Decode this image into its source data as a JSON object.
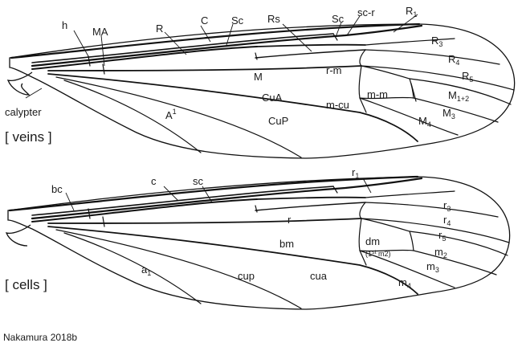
{
  "top_wing": {
    "section_label": "[ veins ]",
    "labels": {
      "h": "h",
      "MA": "MA",
      "R": "R",
      "C": "C",
      "Sc": "Sc",
      "Rs": "Rs",
      "Sc2": "Sc",
      "sc_r": "sc-r",
      "R1": {
        "base": "R",
        "sub": "1"
      },
      "R3": {
        "base": "R",
        "sub": "3"
      },
      "R4": {
        "base": "R",
        "sub": "4"
      },
      "R5": {
        "base": "R",
        "sub": "5"
      },
      "r_m": "r-m",
      "M": "M",
      "m_m": "m-m",
      "M12": {
        "base": "M",
        "sub": "1+2"
      },
      "M3": {
        "base": "M",
        "sub": "3"
      },
      "M4": {
        "base": "M",
        "sub": "4"
      },
      "m_cu": "m-cu",
      "CuA": "CuA",
      "CuP": "CuP",
      "A1": {
        "base": "A",
        "sup": "1"
      },
      "calypter": "calypter"
    }
  },
  "bottom_wing": {
    "section_label": "[ cells ]",
    "labels": {
      "bc": "bc",
      "c": "c",
      "sc": "sc",
      "r1": {
        "base": "r",
        "sub": "1"
      },
      "r": "r",
      "r3": {
        "base": "r",
        "sub": "3"
      },
      "r4": {
        "base": "r",
        "sub": "4"
      },
      "r5": {
        "base": "r",
        "sub": "5"
      },
      "bm": "bm",
      "dm": "dm",
      "dm_note": {
        "pre": "(1",
        "sup": "st",
        "post": " m2)"
      },
      "m2": {
        "base": "m",
        "sub": "2"
      },
      "m3": {
        "base": "m",
        "sub": "3"
      },
      "m4": {
        "base": "m",
        "sub": "4"
      },
      "a1": {
        "base": "a",
        "sub": "1"
      },
      "cup": "cup",
      "cua": "cua"
    }
  },
  "credit": "Nakamura 2018b"
}
